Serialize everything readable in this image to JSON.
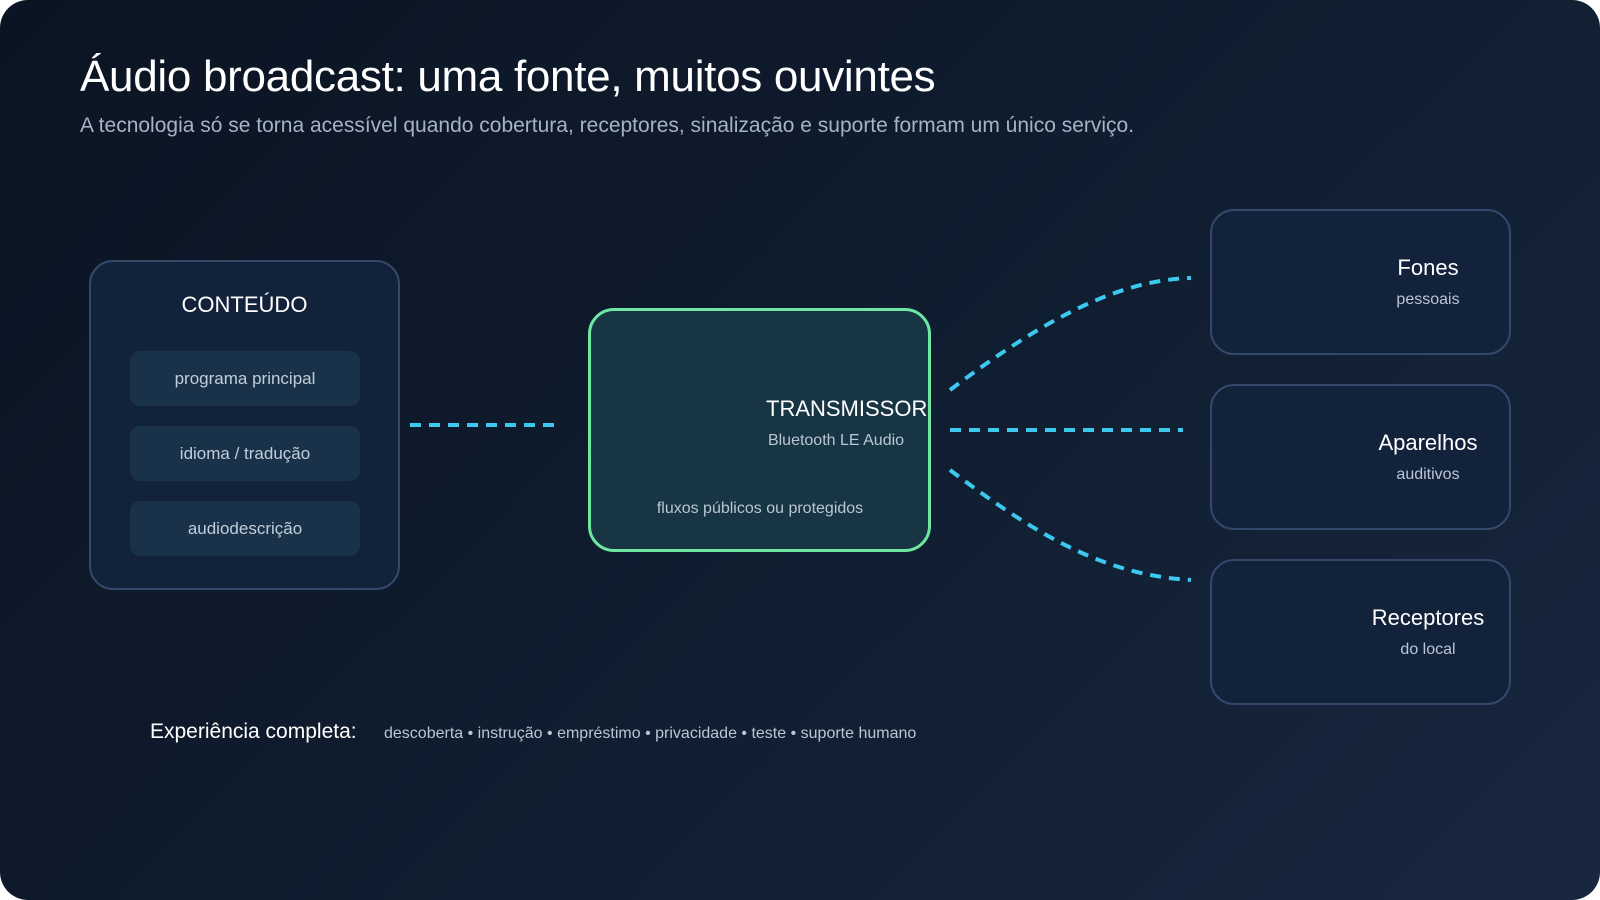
{
  "header": {
    "title": "Áudio broadcast: uma fonte, muitos ouvintes",
    "subtitle": "A tecnologia só se torna acessível quando cobertura, receptores, sinalização e suporte formam um único serviço."
  },
  "content": {
    "heading": "CONTEÚDO",
    "items": [
      "programa principal",
      "idioma / tradução",
      "audiodescrição"
    ]
  },
  "transmitter": {
    "title": "TRANSMISSOR",
    "subtitle": "Bluetooth LE Audio",
    "note": "fluxos públicos ou protegidos",
    "icon": "transmitter-icon"
  },
  "receivers": [
    {
      "label": "Fones",
      "sub": "pessoais",
      "icon": "headphones-icon",
      "color": "#a78bfa"
    },
    {
      "label": "Aparelhos",
      "sub": "auditivos",
      "icon": "hearing-aid-icon",
      "color": "#f5a94c"
    },
    {
      "label": "Receptores",
      "sub": "do local",
      "icon": "receiver-device-icon",
      "color": "#f07a8e"
    }
  ],
  "footer": {
    "label": "Experiência completa:",
    "items": "descoberta • instrução • empréstimo • privacidade • teste • suporte humano"
  },
  "colors": {
    "connector": "#3cc8ef",
    "transmitter_accent": "#6fe7a3",
    "card_border": "#33486a"
  }
}
